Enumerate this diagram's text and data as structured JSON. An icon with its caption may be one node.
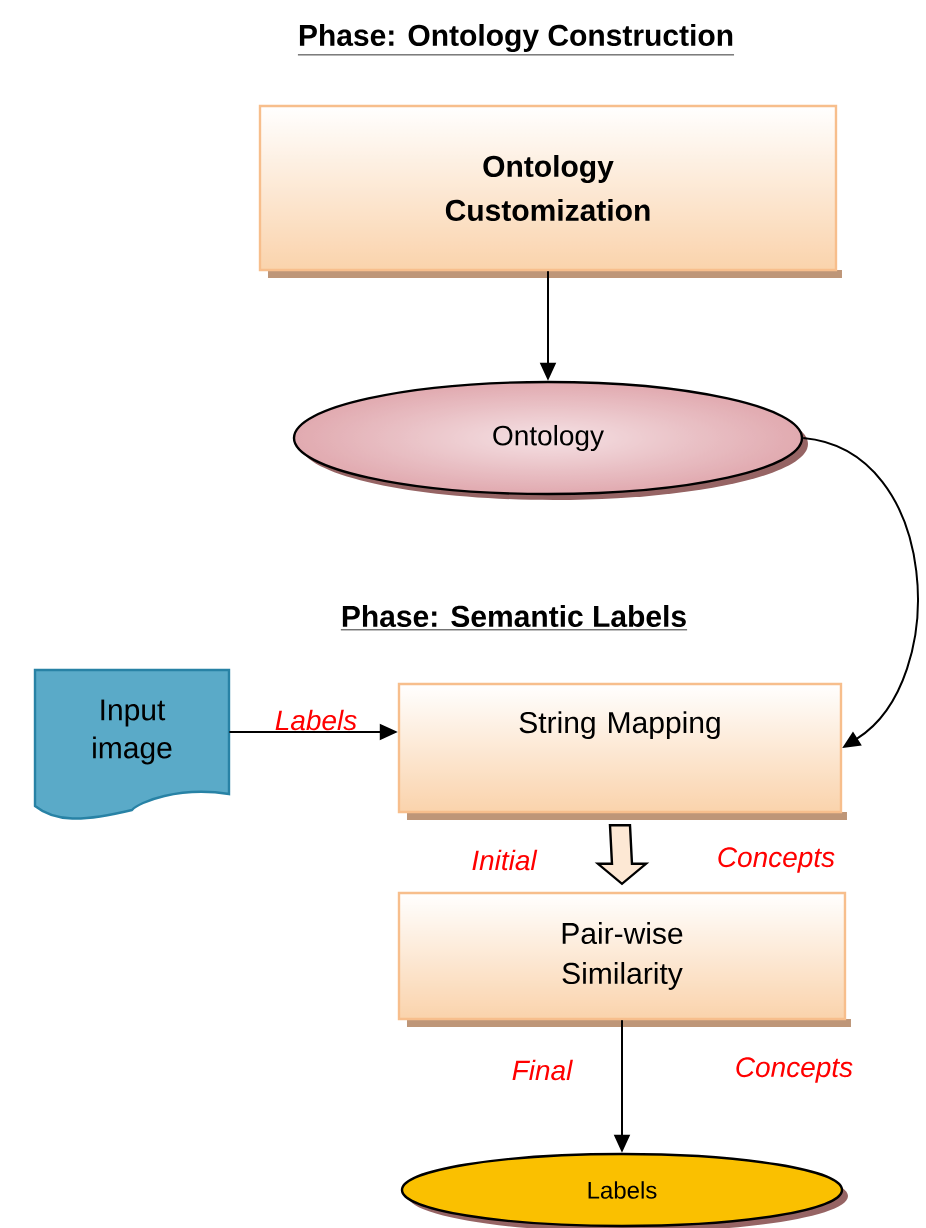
{
  "diagram": {
    "nodes": [
      {
        "text": [
          "Ontology Customization"
        ]
      },
      {
        "text": [
          "Ontology"
        ]
      },
      {
        "text": [
          "Input image"
        ]
      },
      {
        "text": [
          "String Mapping"
        ]
      },
      {
        "text": [
          "Pair-wise Similarity"
        ]
      },
      {
        "text": [
          "Labels"
        ]
      }
    ],
    "edges": [
      {
        "from": 0,
        "to": 1,
        "arrow": "to"
      },
      {
        "from": 1,
        "to": 3,
        "arrow": "to"
      },
      {
        "from": 2,
        "to": 3,
        "arrow": "to",
        "label": "Labels"
      },
      {
        "from": 3,
        "to": 4,
        "arrow": "to",
        "style": "thick",
        "label": "Initial"
      },
      {
        "from": 4,
        "to": 5,
        "arrow": "to",
        "label": "Final"
      }
    ],
    "labels": [
      "Phase: Ontology Construction",
      "Phase: Semantic Labels",
      "Concepts",
      "Concepts"
    ]
  }
}
